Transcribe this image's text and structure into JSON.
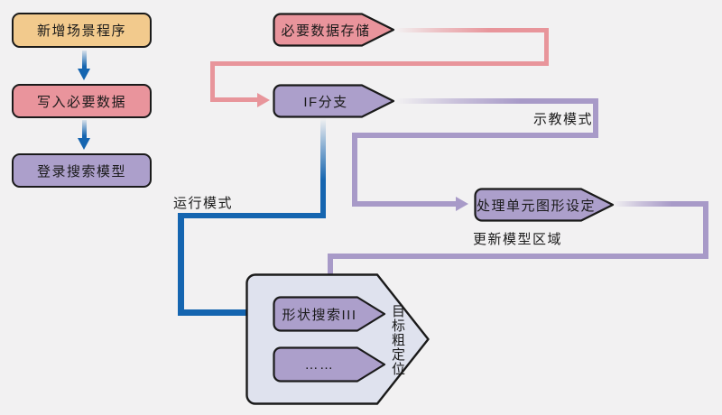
{
  "diagram": {
    "colors": {
      "background": "#F2F1F2",
      "border": "#1A1A1A",
      "node_tan": "#F2CA8D",
      "node_pink": "#E9949C",
      "node_purple": "#AC9FCB",
      "container_fill": "#DFE2EE",
      "line_pink": "#E8959B",
      "line_purple": "#A89AC8",
      "line_blue": "#1565B0"
    },
    "nodes": {
      "new_scene_program": {
        "label": "新增场景程序",
        "fill": "#F2CA8D"
      },
      "write_required_data": {
        "label": "写入必要数据",
        "fill": "#E9949C"
      },
      "register_search_model": {
        "label": "登录搜索模型",
        "fill": "#AC9FCB"
      },
      "required_data_storage": {
        "label": "必要数据存储",
        "fill": "#E9949C"
      },
      "if_branch": {
        "label": "IF分支",
        "fill": "#AC9FCB"
      },
      "processing_unit_figure_setting": {
        "label": "处理单元图形设定",
        "fill": "#AC9FCB"
      },
      "shape_search_iii": {
        "label": "形状搜索III",
        "fill": "#AC9FCB"
      },
      "more_units": {
        "label": "……",
        "fill": "#AC9FCB"
      }
    },
    "group": {
      "label": "目标粗定位",
      "fill": "#DFE2EE"
    },
    "edge_labels": {
      "teach_mode": "示教模式",
      "run_mode": "运行模式",
      "update_model_region": "更新模型区域"
    },
    "edges": [
      {
        "from": "new_scene_program",
        "to": "write_required_data",
        "color": "blue"
      },
      {
        "from": "write_required_data",
        "to": "register_search_model",
        "color": "blue"
      },
      {
        "from": "required_data_storage",
        "to": "if_branch",
        "color": "pink"
      },
      {
        "from": "if_branch",
        "to": "processing_unit_figure_setting",
        "color": "purple",
        "label": "示教模式"
      },
      {
        "from": "processing_unit_figure_setting",
        "to": "target_coarse_positioning_group",
        "color": "purple",
        "label": "更新模型区域"
      },
      {
        "from": "if_branch",
        "to": "shape_search_iii",
        "color": "blue",
        "label": "运行模式"
      }
    ]
  }
}
